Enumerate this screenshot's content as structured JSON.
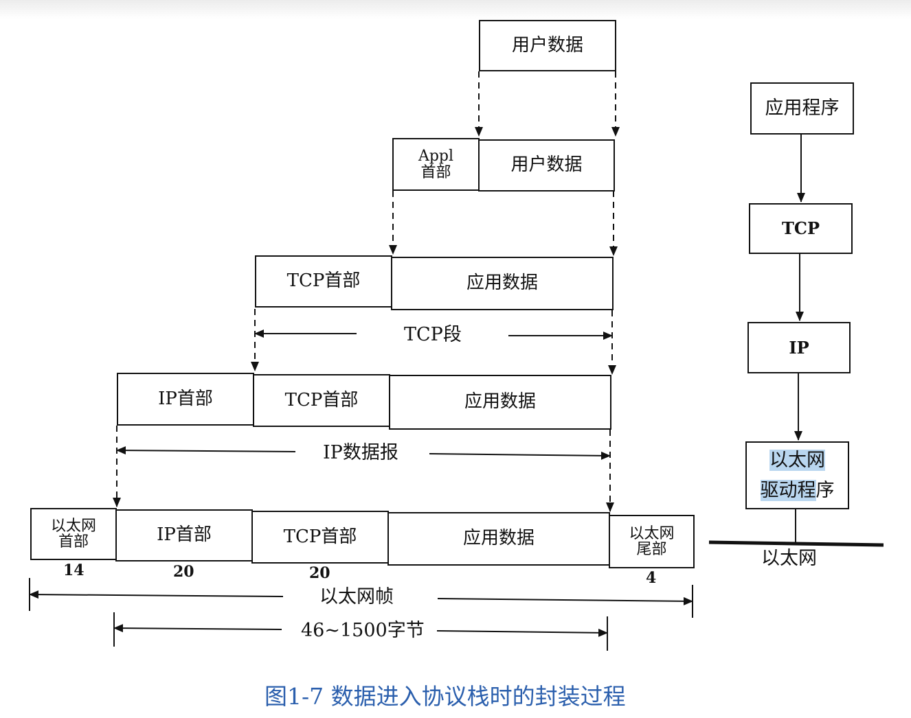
{
  "stack": {
    "user_data": "用户数据",
    "appl_header": [
      "Appl",
      "首部"
    ],
    "tcp_header": "TCP首部",
    "app_data": "应用数据",
    "ip_header": "IP首部",
    "eth_header": [
      "以太网",
      "首部"
    ],
    "eth_trailer": [
      "以太网",
      "尾部"
    ]
  },
  "spans": {
    "tcp_segment": "TCP段",
    "ip_datagram": "IP数据报",
    "eth_frame": "以太网帧",
    "payload_range": "46~1500字节"
  },
  "sizes": {
    "eth_header": "14",
    "ip_header": "20",
    "tcp_header": "20",
    "eth_trailer": "4"
  },
  "layers": {
    "app": "应用程序",
    "tcp": "TCP",
    "ip": "IP",
    "driver_line1": "以太网",
    "driver_line2_hl": "驱动程",
    "driver_line2_rest": "序",
    "network": "以太网"
  },
  "caption": "图1-7   数据进入协议栈时的封装过程",
  "colors": {
    "caption": "#2b5fad",
    "highlight": "#b9d6ef"
  }
}
